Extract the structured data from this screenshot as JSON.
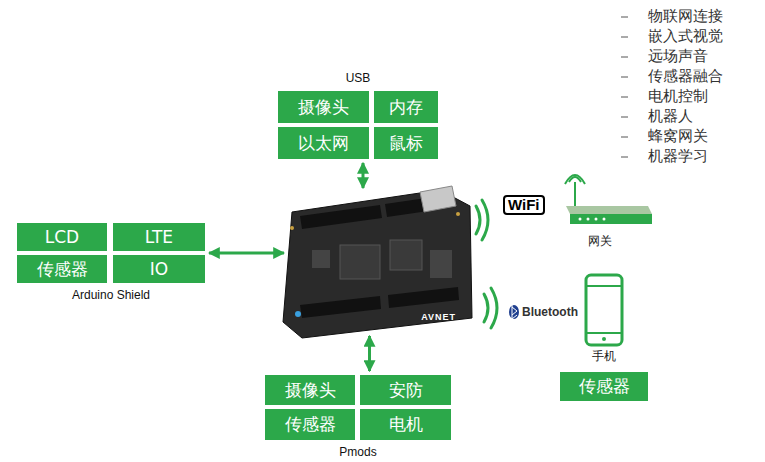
{
  "diagram": {
    "nodes": [
      {
        "text": [
          "USB"
        ]
      },
      {
        "text": [
          "摄像头"
        ],
        "in": 0
      },
      {
        "text": [
          "内存"
        ],
        "in": 0
      },
      {
        "text": [
          "以太网"
        ],
        "in": 0
      },
      {
        "text": [
          "鼠标"
        ],
        "in": 0
      },
      {
        "text": [
          "Arduino Shield"
        ]
      },
      {
        "text": [
          "LCD"
        ],
        "in": 5
      },
      {
        "text": [
          "LTE"
        ],
        "in": 5
      },
      {
        "text": [
          "传感器"
        ],
        "in": 5
      },
      {
        "text": [
          "IO"
        ],
        "in": 5
      },
      {
        "text": [
          "AVNET"
        ]
      },
      {
        "text": [
          "Pmods"
        ]
      },
      {
        "text": [
          "摄像头"
        ],
        "in": 11
      },
      {
        "text": [
          "安防"
        ],
        "in": 11
      },
      {
        "text": [
          "传感器"
        ],
        "in": 11
      },
      {
        "text": [
          "电机"
        ],
        "in": 11
      },
      {
        "text": [
          "传感器"
        ]
      }
    ],
    "edges": [
      {
        "from": 10,
        "to": 0,
        "arrow": "both"
      },
      {
        "from": 5,
        "to": 10,
        "arrow": "both"
      },
      {
        "from": 10,
        "to": 11,
        "arrow": "both"
      }
    ],
    "labels": [
      "物联网连接",
      "嵌入式视觉",
      "远场声音",
      "传感器融合",
      "电机控制",
      "机器人",
      "蜂窝网关",
      "机器学习",
      "WiFi",
      "网关",
      "Bluetooth",
      "手机"
    ]
  }
}
